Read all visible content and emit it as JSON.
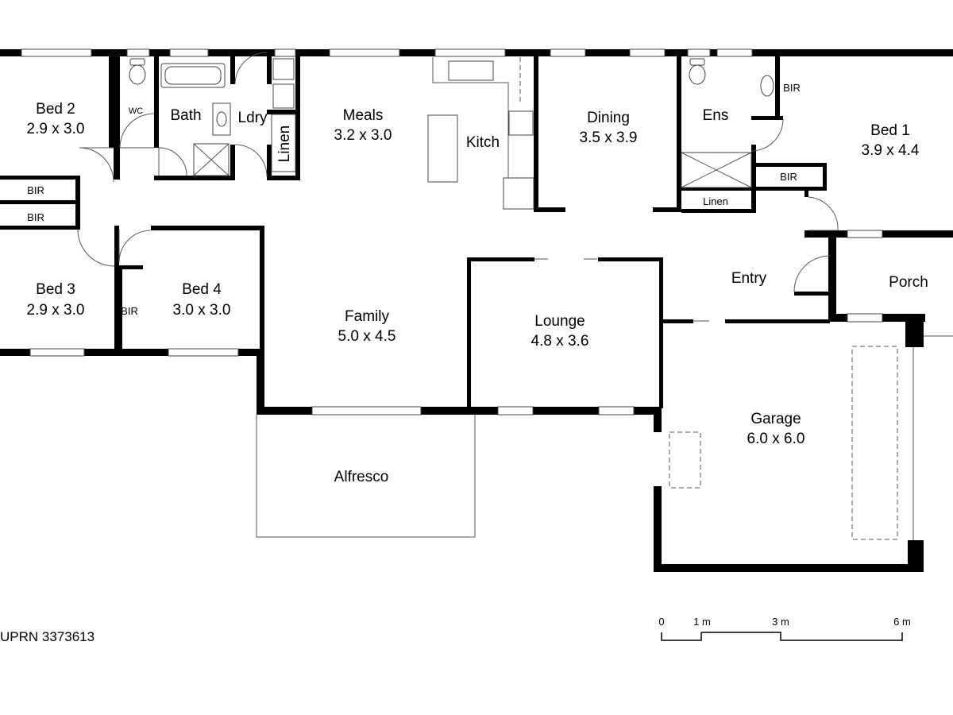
{
  "rooms": {
    "bed2": {
      "name": "Bed 2",
      "size": "2.9 x 3.0"
    },
    "wc": {
      "name": "WC"
    },
    "bath": {
      "name": "Bath"
    },
    "ldry": {
      "name": "Ldry"
    },
    "linen_ldry": {
      "name": "Linen"
    },
    "meals": {
      "name": "Meals",
      "size": "3.2 x 3.0"
    },
    "kitch": {
      "name": "Kitch"
    },
    "dining": {
      "name": "Dining",
      "size": "3.5 x 3.9"
    },
    "ens": {
      "name": "Ens"
    },
    "bir_ens": {
      "name": "BIR"
    },
    "bed1": {
      "name": "Bed 1",
      "size": "3.9 x 4.4"
    },
    "bir_bed1": {
      "name": "BIR"
    },
    "linen_ens": {
      "name": "Linen"
    },
    "bir_a": {
      "name": "BIR"
    },
    "bir_b": {
      "name": "BIR"
    },
    "bed3": {
      "name": "Bed 3",
      "size": "2.9 x 3.0"
    },
    "bir_bed4": {
      "name": "BIR"
    },
    "bed4": {
      "name": "Bed 4",
      "size": "3.0 x 3.0"
    },
    "family": {
      "name": "Family",
      "size": "5.0 x 4.5"
    },
    "lounge": {
      "name": "Lounge",
      "size": "4.8 x 3.6"
    },
    "entry": {
      "name": "Entry"
    },
    "porch": {
      "name": "Porch"
    },
    "garage": {
      "name": "Garage",
      "size": "6.0 x 6.0"
    },
    "alfresco": {
      "name": "Alfresco"
    }
  },
  "reference": "UPRN 3373613",
  "scale_bar": {
    "labels": [
      "0",
      "1 m",
      "3 m",
      "6 m"
    ]
  }
}
